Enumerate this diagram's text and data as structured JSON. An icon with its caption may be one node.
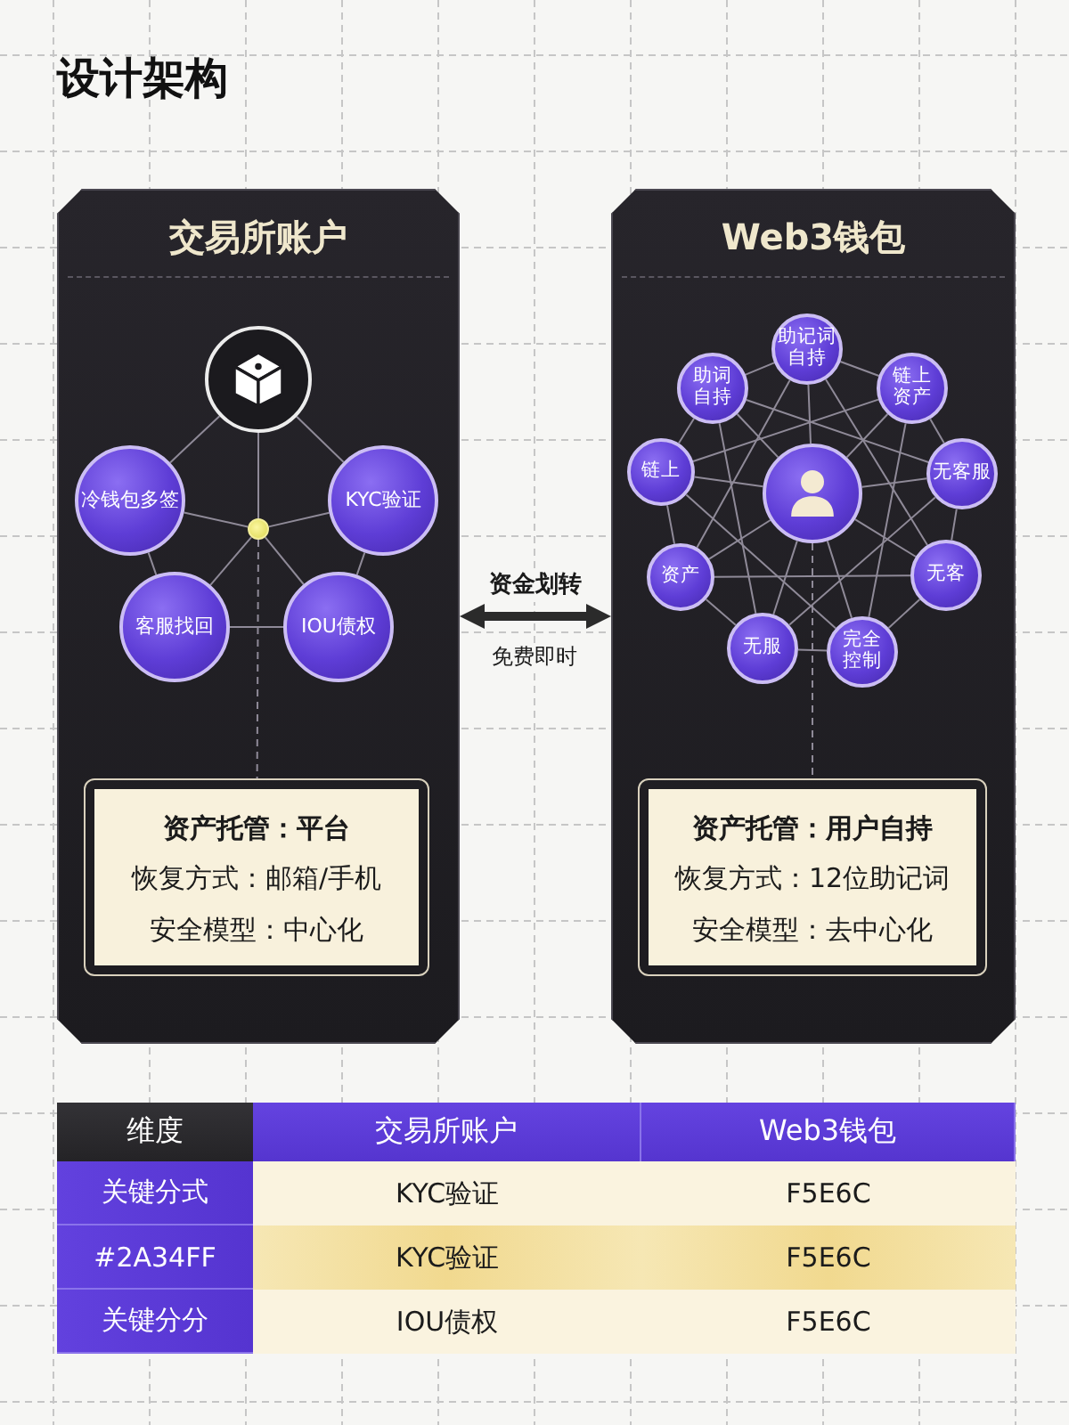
{
  "diagram": {
    "title": "设计架构",
    "nodes": [
      {
        "text": [
          "交易所账户"
        ]
      },
      {
        "text": [],
        "shape": "circle",
        "in": 0
      },
      {
        "text": [
          "冷钱包多签"
        ],
        "in": 0
      },
      {
        "text": [
          "KYC验证"
        ],
        "in": 0
      },
      {
        "text": [],
        "shape": "circle",
        "in": 0
      },
      {
        "text": [
          "客服找回"
        ],
        "in": 0
      },
      {
        "text": [
          "IOU债权"
        ],
        "in": 0
      },
      {
        "text": [
          "资产托管：平台",
          "恢复方式：邮箱/手机",
          "安全模型：中心化"
        ],
        "in": 0
      },
      {
        "text": [
          "Web3钱包"
        ]
      },
      {
        "text": [
          "助记词自持"
        ],
        "in": 8
      },
      {
        "text": [
          "助词自持"
        ],
        "in": 8
      },
      {
        "text": [
          "链上资产"
        ],
        "in": 8
      },
      {
        "text": [
          "链上"
        ],
        "in": 8
      },
      {
        "text": [],
        "shape": "circle",
        "in": 8
      },
      {
        "text": [
          "无客服"
        ],
        "in": 8
      },
      {
        "text": [
          "资产"
        ],
        "in": 8
      },
      {
        "text": [
          "无客"
        ],
        "in": 8
      },
      {
        "text": [
          "无服"
        ],
        "in": 8
      },
      {
        "text": [
          "完全控制"
        ],
        "in": 8
      },
      {
        "text": [
          "资产托管：用户自持",
          "恢复方式：12位助记词",
          "安全模型：去中心化"
        ],
        "in": 8
      }
    ],
    "edges": [
      {
        "from": 1,
        "to": 2,
        "arrow": "none"
      },
      {
        "from": 1,
        "to": 3,
        "arrow": "none"
      },
      {
        "from": 1,
        "to": 4,
        "arrow": "none"
      },
      {
        "from": 4,
        "to": 2,
        "arrow": "none"
      },
      {
        "from": 4,
        "to": 3,
        "arrow": "none"
      },
      {
        "from": 4,
        "to": 5,
        "arrow": "none"
      },
      {
        "from": 4,
        "to": 6,
        "arrow": "none"
      },
      {
        "from": 2,
        "to": 5,
        "arrow": "none"
      },
      {
        "from": 3,
        "to": 6,
        "arrow": "none"
      },
      {
        "from": 5,
        "to": 6,
        "arrow": "none"
      },
      {
        "from": 4,
        "to": 7,
        "arrow": "none",
        "style": "dashed"
      },
      {
        "from": 0,
        "to": 8,
        "arrow": "both",
        "label": "资金划转",
        "style": "thick",
        "color": "#2b2b2b"
      },
      {
        "from": 13,
        "to": 9,
        "arrow": "none"
      },
      {
        "from": 13,
        "to": 10,
        "arrow": "none"
      },
      {
        "from": 13,
        "to": 11,
        "arrow": "none"
      },
      {
        "from": 13,
        "to": 12,
        "arrow": "none"
      },
      {
        "from": 13,
        "to": 14,
        "arrow": "none"
      },
      {
        "from": 13,
        "to": 15,
        "arrow": "none"
      },
      {
        "from": 13,
        "to": 16,
        "arrow": "none"
      },
      {
        "from": 13,
        "to": 17,
        "arrow": "none"
      },
      {
        "from": 13,
        "to": 18,
        "arrow": "none"
      },
      {
        "from": 9,
        "to": 11,
        "arrow": "none"
      },
      {
        "from": 11,
        "to": 14,
        "arrow": "none"
      },
      {
        "from": 14,
        "to": 16,
        "arrow": "none"
      },
      {
        "from": 16,
        "to": 18,
        "arrow": "none"
      },
      {
        "from": 18,
        "to": 17,
        "arrow": "none"
      },
      {
        "from": 17,
        "to": 15,
        "arrow": "none"
      },
      {
        "from": 15,
        "to": 12,
        "arrow": "none"
      },
      {
        "from": 12,
        "to": 10,
        "arrow": "none"
      },
      {
        "from": 10,
        "to": 9,
        "arrow": "none"
      },
      {
        "from": 9,
        "to": 16,
        "arrow": "none"
      },
      {
        "from": 11,
        "to": 18,
        "arrow": "none"
      },
      {
        "from": 14,
        "to": 17,
        "arrow": "none"
      },
      {
        "from": 16,
        "to": 15,
        "arrow": "none"
      },
      {
        "from": 18,
        "to": 12,
        "arrow": "none"
      },
      {
        "from": 17,
        "to": 10,
        "arrow": "none"
      },
      {
        "from": 15,
        "to": 9,
        "arrow": "none"
      },
      {
        "from": 12,
        "to": 11,
        "arrow": "none"
      },
      {
        "from": 10,
        "to": 14,
        "arrow": "none"
      },
      {
        "from": 13,
        "to": 19,
        "arrow": "none",
        "style": "dashed"
      }
    ],
    "labels": [
      "免费即时",
      "维度",
      "交易所账户",
      "Web3钱包",
      "关键分式",
      "KYC验证",
      "F5E6C",
      "#2A34FF",
      "KYC验证",
      "F5E6C",
      "关键分分",
      "IOU债权",
      "F5E6C"
    ]
  }
}
